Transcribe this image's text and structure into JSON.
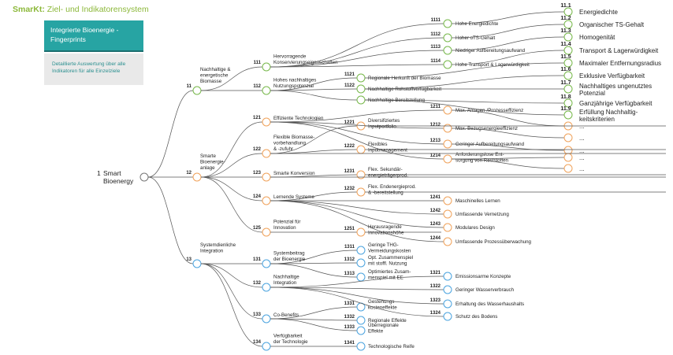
{
  "header": {
    "brand": "SmarKt:",
    "subtitle": "Ziel- und Indikatorensystem",
    "highlight_line1": "Integrierte Bioenergie -",
    "highlight_line2": "Fingerprints",
    "note_line1": "Detaillierte Auswertung über alle",
    "note_line2": "Indikatoren für alle Einzelziele"
  },
  "colors": {
    "root": "#777777",
    "green": "#77b84a",
    "orange": "#f0a25a",
    "blue": "#4aa3df",
    "brand": "#8cb83a",
    "highlight": "#27a4a3"
  },
  "root": {
    "code": "1",
    "label": [
      "Smart",
      "Bioenergy"
    ]
  },
  "level1": [
    {
      "code": "11",
      "label": [
        "Nachhaltige &",
        "energetische",
        "Biomasse"
      ],
      "color": "green"
    },
    {
      "code": "12",
      "label": [
        "Smarte",
        "Bioenergie-",
        "anlage"
      ],
      "color": "orange"
    },
    {
      "code": "13",
      "label": [
        "Systemdienliche",
        "Integration"
      ],
      "color": "blue"
    }
  ],
  "level2": [
    {
      "code": "111",
      "label": [
        "Hervorragende",
        "Konservierungseigenschaften"
      ],
      "color": "green"
    },
    {
      "code": "112",
      "label": [
        "Hohes nachhaltiges",
        "Nutzungspotenzial"
      ],
      "color": "green"
    },
    {
      "code": "121",
      "label": [
        "Effiziente Technologien"
      ],
      "color": "orange"
    },
    {
      "code": "122",
      "label": [
        "Flexible Biomasse-",
        "vorbehandlung",
        "& -zufuhr"
      ],
      "color": "orange"
    },
    {
      "code": "123",
      "label": [
        "Smarte Konversion"
      ],
      "color": "orange"
    },
    {
      "code": "124",
      "label": [
        "Lernende Systeme"
      ],
      "color": "orange"
    },
    {
      "code": "125",
      "label": [
        "Potenzial für",
        "Innovation"
      ],
      "color": "orange"
    },
    {
      "code": "131",
      "label": [
        "Systembeitrag",
        "der Bioenergie"
      ],
      "color": "blue"
    },
    {
      "code": "132",
      "label": [
        "Nachhaltige",
        "Integration"
      ],
      "color": "blue"
    },
    {
      "code": "133",
      "label": [
        "Co-Benefits"
      ],
      "color": "blue"
    },
    {
      "code": "134",
      "label": [
        "Verfügbarkeit",
        "der Technologie"
      ],
      "color": "blue"
    }
  ],
  "level3": [
    {
      "code": "1121",
      "label": [
        "Regionale Herkunft der Biomasse"
      ],
      "color": "green"
    },
    {
      "code": "1122",
      "label": [
        "Nachhaltige Rohstoffverfügbarkeit"
      ],
      "color": "green"
    },
    {
      "code": "",
      "label": [
        "Nachhaltige Bereitstellung"
      ],
      "color": "green"
    },
    {
      "code": "1221",
      "label": [
        "Diversifiziertes",
        "Inputportfolio"
      ],
      "color": "orange"
    },
    {
      "code": "1222",
      "label": [
        "Flexibles",
        "Inputmanagement"
      ],
      "color": "orange"
    },
    {
      "code": "1231",
      "label": [
        "Flex. Sekundär-",
        "energieträgerprod."
      ],
      "color": "orange"
    },
    {
      "code": "1232",
      "label": [
        "Flex. Endenergieprod.",
        "& -bereitstellung"
      ],
      "color": "orange"
    },
    {
      "code": "1251",
      "label": [
        "Herausragende",
        "Innovationshöhe"
      ],
      "color": "orange"
    },
    {
      "code": "1311",
      "label": [
        "Geringe THG-",
        "Vermeidungskosten"
      ],
      "color": "blue"
    },
    {
      "code": "1312",
      "label": [
        "Opt. Zusammenspiel",
        "mit stoffl. Nutzung"
      ],
      "color": "blue"
    },
    {
      "code": "1313",
      "label": [
        "Optimiertes Zusam-",
        "menspiel mit EE"
      ],
      "color": "blue"
    },
    {
      "code": "1331",
      "label": [
        "Gestehungs-",
        "kosteneffekte"
      ],
      "color": "blue"
    },
    {
      "code": "1332",
      "label": [
        "Regionale Effekte"
      ],
      "color": "blue"
    },
    {
      "code": "1333",
      "label": [
        "Überregionale",
        "Effekte"
      ],
      "color": "blue"
    },
    {
      "code": "1341",
      "label": [
        "Technologische Reife"
      ],
      "color": "blue"
    }
  ],
  "level4": [
    {
      "code": "1111",
      "label": [
        "Hohe Energiedichte"
      ],
      "color": "green"
    },
    {
      "code": "1112",
      "label": [
        "Hoher oTS-Gehalt"
      ],
      "color": "green"
    },
    {
      "code": "1113",
      "label": [
        "Niedriger Aufbereitungsaufwand"
      ],
      "color": "green"
    },
    {
      "code": "1114",
      "label": [
        "Hohe Transport & Lagerwürdigkeit"
      ],
      "color": "green"
    },
    {
      "code": "1211",
      "label": [
        "Max. Anlagen-/Prozesseffizienz"
      ],
      "color": "orange"
    },
    {
      "code": "1212",
      "label": [
        "Max. Bezugsenergieeffizienz"
      ],
      "color": "orange"
    },
    {
      "code": "1213",
      "label": [
        "Geringer Aufbereitungsaufwand"
      ],
      "color": "orange"
    },
    {
      "code": "1214",
      "label": [
        "Anforderungslose Ent-",
        "sorgung von Reststoffen"
      ],
      "color": "orange"
    },
    {
      "code": "1241",
      "label": [
        "Maschinelles Lernen"
      ],
      "color": "orange"
    },
    {
      "code": "1242",
      "label": [
        "Umfassende Vernetzung"
      ],
      "color": "orange"
    },
    {
      "code": "1243",
      "label": [
        "Modulares Design"
      ],
      "color": "orange"
    },
    {
      "code": "1244",
      "label": [
        "Umfassende Prozessüberwachung"
      ],
      "color": "orange"
    },
    {
      "code": "1321",
      "label": [
        "Emissionsarme Konzepte"
      ],
      "color": "blue"
    },
    {
      "code": "1322",
      "label": [
        "Geringer Wasserverbrauch"
      ],
      "color": "blue"
    },
    {
      "code": "1323",
      "label": [
        "Erhaltung des Wasserhaushalts"
      ],
      "color": "blue"
    },
    {
      "code": "1324",
      "label": [
        "Schutz des Bodens"
      ],
      "color": "blue"
    }
  ],
  "level5": [
    {
      "code": "11.1",
      "label": [
        "Energiedichte"
      ],
      "color": "green"
    },
    {
      "code": "11.2",
      "label": [
        "Organischer TS-Gehalt"
      ],
      "color": "green"
    },
    {
      "code": "11.3",
      "label": [
        "Homogenität"
      ],
      "color": "green"
    },
    {
      "code": "11.4",
      "label": [
        "Transport & Lagerwürdigkeit"
      ],
      "color": "green"
    },
    {
      "code": "11.5",
      "label": [
        "Maximaler Entfernungsradius"
      ],
      "color": "green"
    },
    {
      "code": "11.6",
      "label": [
        "Exklusive Verfügbarkeit"
      ],
      "color": "green"
    },
    {
      "code": "11.7",
      "label": [
        "Nachhaltiges ungenutztes",
        "Potenzial"
      ],
      "color": "green"
    },
    {
      "code": "11.8",
      "label": [
        "Ganzjährige Verfügbarkeit"
      ],
      "color": "green"
    },
    {
      "code": "11.9",
      "label": [
        "Erfüllung Nachhaltig-",
        "keitskriterien"
      ],
      "color": "green"
    },
    {
      "code": "",
      "label": [
        "..."
      ],
      "color": "orange"
    },
    {
      "code": "",
      "label": [
        "..."
      ],
      "color": "orange"
    },
    {
      "code": "",
      "label": [
        "..."
      ],
      "color": "orange"
    },
    {
      "code": "",
      "label": [
        "..."
      ],
      "color": "orange"
    },
    {
      "code": "",
      "label": [
        "..."
      ],
      "color": "orange"
    }
  ]
}
